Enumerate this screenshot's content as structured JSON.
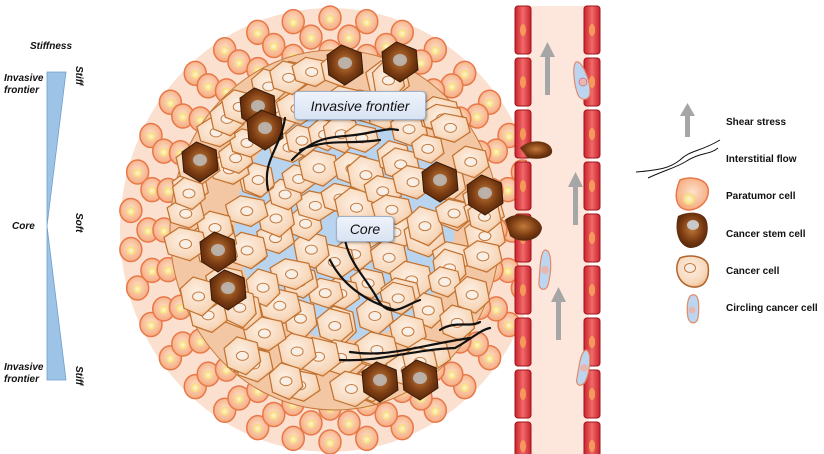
{
  "stiffness_scale": {
    "title": "Stiffness",
    "left_labels": {
      "top": "Invasive frontier",
      "middle": "Core",
      "bottom": "Invasive frontier"
    },
    "right_labels": {
      "top": "Stiff",
      "middle": "Soft",
      "bottom": "Stiff"
    },
    "wedge_color": "#9dc3e6"
  },
  "tumor": {
    "labels": {
      "invasive_frontier": "Invasive frontier",
      "core": "Core"
    },
    "colors": {
      "paratumor_fill": "#f6b58a",
      "paratumor_stroke": "#e8784a",
      "nucleus": "#fbe39a",
      "cancer_fill": "#f6d8bd",
      "cancer_stroke": "#c8742e",
      "stem_fill": "#7a3b12",
      "ecm_blue": "#b9d4ee"
    }
  },
  "vessel": {
    "wall_color": "#d8323b",
    "lumen_color": "#fde9e0",
    "arrow_color": "#a6a6a6"
  },
  "legend": {
    "items": [
      {
        "icon": "shear-stress-arrow-icon",
        "label": "Shear stress"
      },
      {
        "icon": "interstitial-flow-icon",
        "label": "Interstitial flow"
      },
      {
        "icon": "paratumor-cell-icon",
        "label": "Paratumor cell"
      },
      {
        "icon": "cancer-stem-cell-icon",
        "label": "Cancer stem cell"
      },
      {
        "icon": "cancer-cell-icon",
        "label": "Cancer cell"
      },
      {
        "icon": "circling-cancer-cell-icon",
        "label": "Circling cancer cell"
      }
    ]
  }
}
